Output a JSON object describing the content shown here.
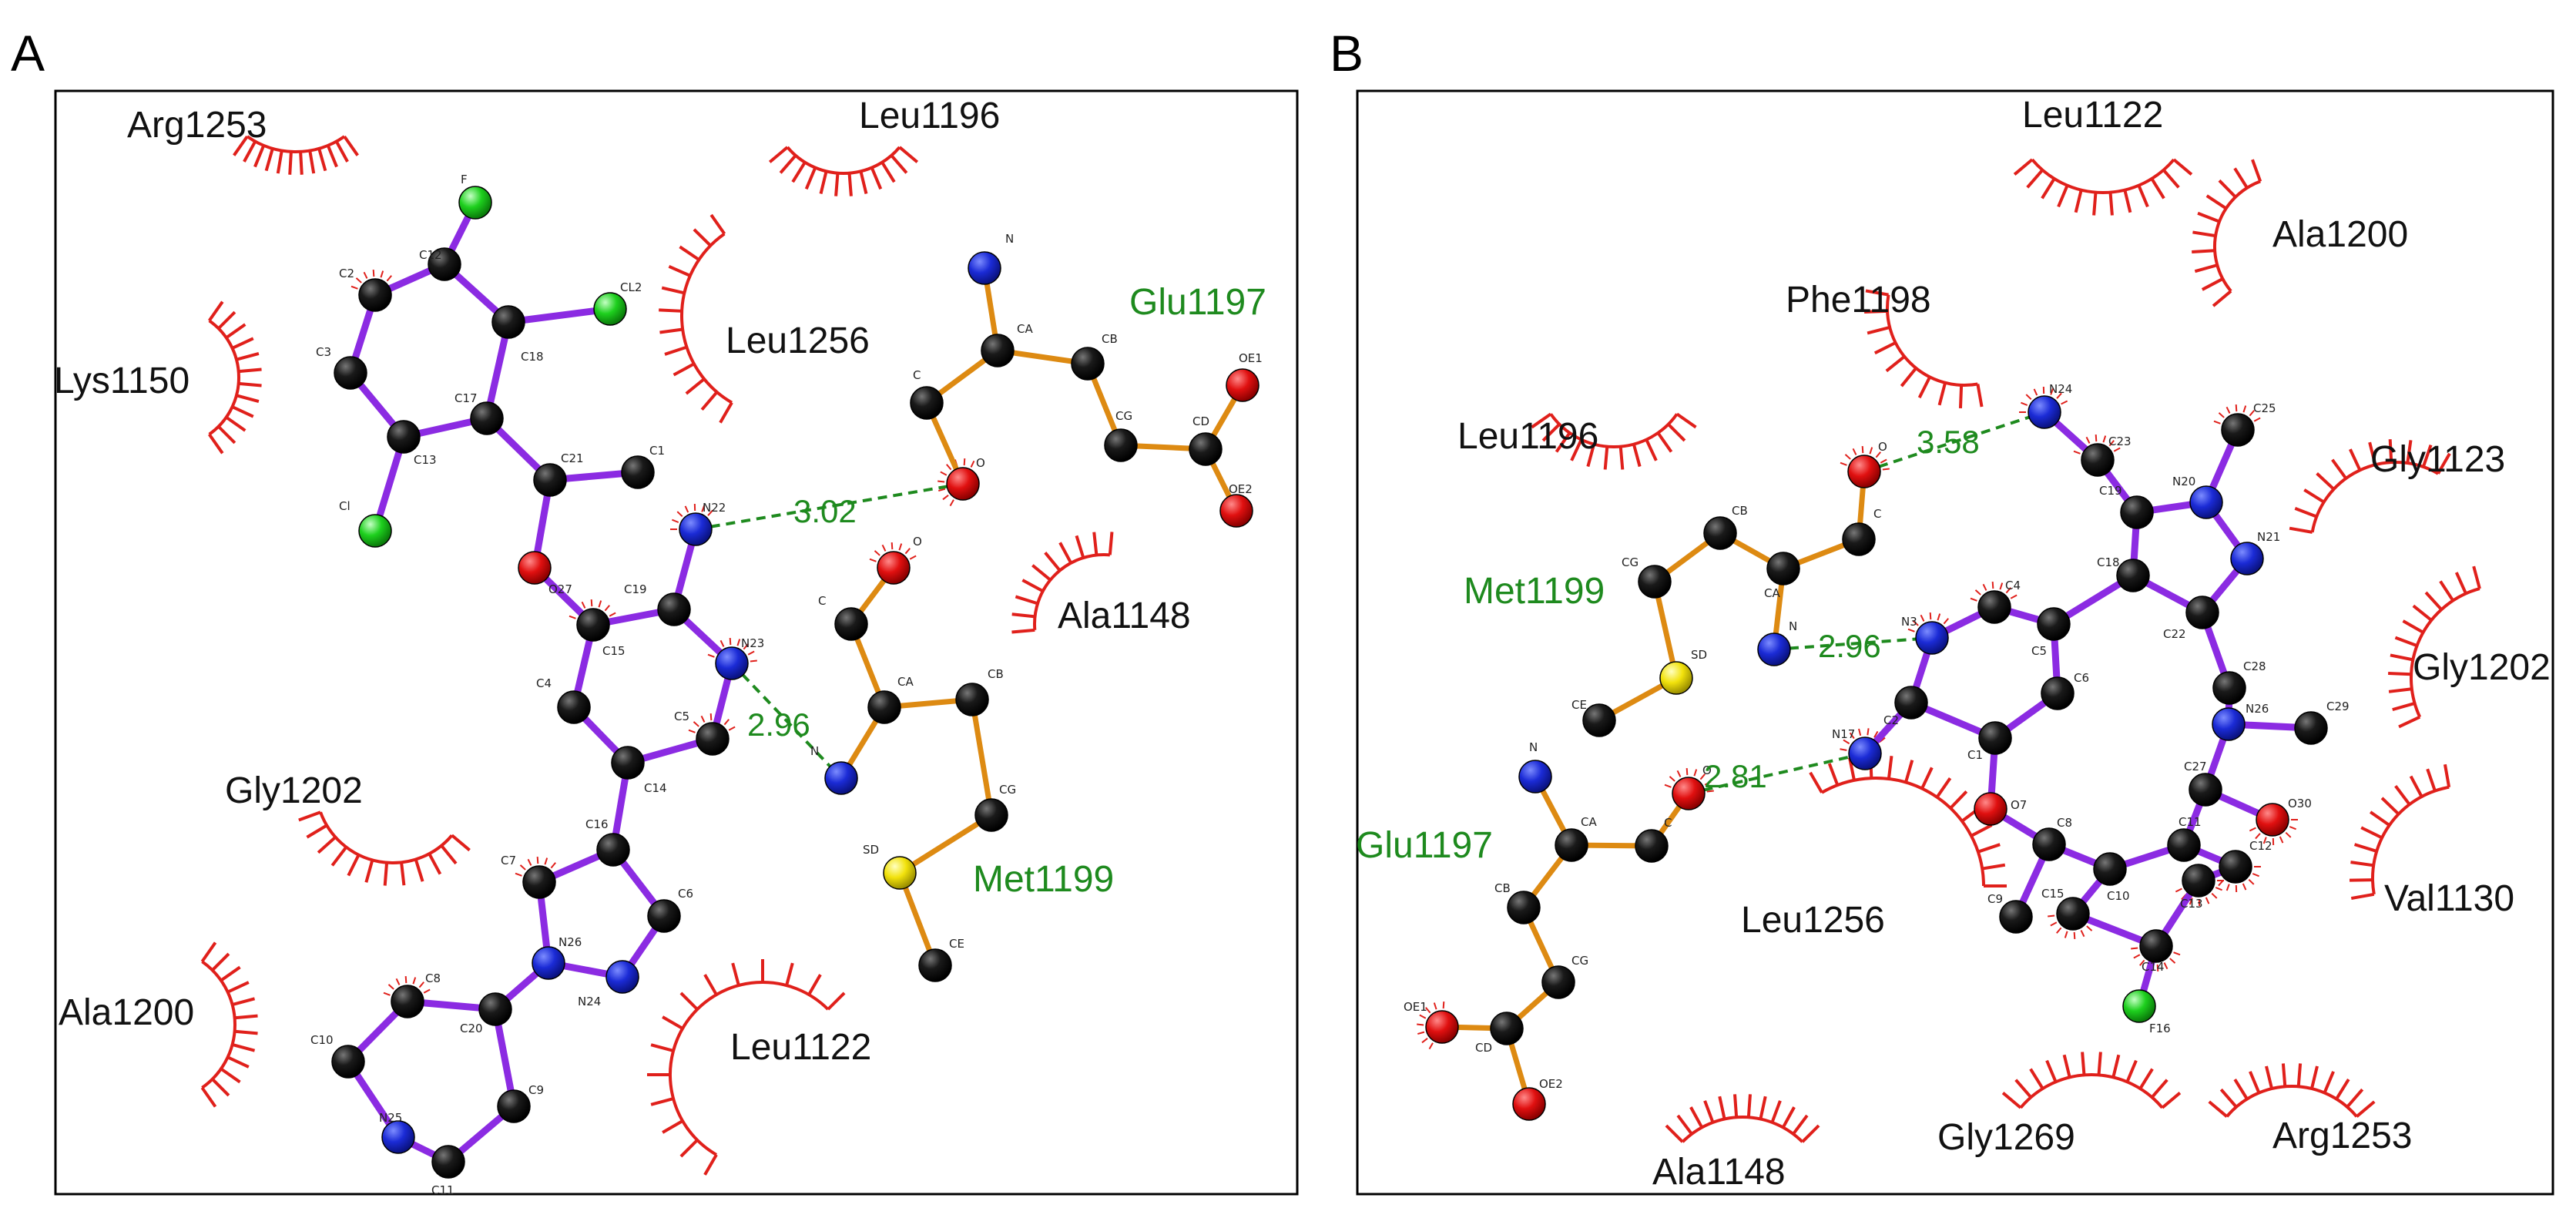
{
  "panels": [
    {
      "letter": "A",
      "hbonds": [
        "3.02",
        "2.96"
      ],
      "residues_hydrophobic": [
        "Arg1253",
        "Leu1196",
        "Lys1150",
        "Leu1256",
        "Ala1148",
        "Gly1202",
        "Ala1200",
        "Leu1122"
      ],
      "residues_hbond": [
        "Glu1197",
        "Met1199"
      ],
      "ligand_atoms": [
        "F",
        "C2",
        "C12",
        "CL2",
        "C18",
        "C3",
        "C17",
        "C13",
        "C21",
        "C1",
        "Cl",
        "N22",
        "O27",
        "C19",
        "N23",
        "C15",
        "C4",
        "C5",
        "C14",
        "C16",
        "C7",
        "C6",
        "N26",
        "N24",
        "C8",
        "C20",
        "C10",
        "C9",
        "N25",
        "C11"
      ],
      "residue_atoms": [
        "N",
        "CA",
        "CB",
        "C",
        "CG",
        "CD",
        "OE1",
        "OE2",
        "O",
        "O",
        "C",
        "CA",
        "CB",
        "N",
        "CG",
        "SD",
        "CE"
      ]
    },
    {
      "letter": "B",
      "hbonds": [
        "3.58",
        "2.96",
        "2.81"
      ],
      "residues_hydrophobic": [
        "Leu1122",
        "Ala1200",
        "Phe1198",
        "Leu1196",
        "Gly1123",
        "Gly1202",
        "Val1130",
        "Leu1256",
        "Arg1253",
        "Gly1269",
        "Ala1148"
      ],
      "residues_hbond": [
        "Met1199",
        "Glu1197"
      ],
      "ligand_atoms": [
        "N24",
        "C25",
        "C23",
        "C19",
        "N20",
        "N21",
        "C18",
        "C22",
        "C4",
        "N3",
        "C5",
        "C6",
        "C28",
        "N26",
        "C29",
        "C2",
        "C27",
        "N17",
        "C1",
        "O7",
        "O30",
        "C11",
        "C12",
        "C8",
        "C10",
        "C13",
        "C9",
        "C15",
        "C14",
        "F16"
      ],
      "residue_atoms": [
        "O",
        "C",
        "CB",
        "CA",
        "CG",
        "N",
        "SD",
        "CE",
        "N",
        "CA",
        "C",
        "O",
        "CB",
        "CG",
        "CD",
        "OE1",
        "OE2"
      ]
    }
  ],
  "colors": {
    "ligand_bond": "#8b2be2",
    "residue_bond": "#dd8a12",
    "hbond": "#1e8a1e",
    "hydrophobic": "#e0201b",
    "carbon": "#111111",
    "nitrogen": "#1b2bd6",
    "oxygen": "#e01010",
    "halogen": "#1ed01e",
    "sulfur": "#f2e20c"
  }
}
